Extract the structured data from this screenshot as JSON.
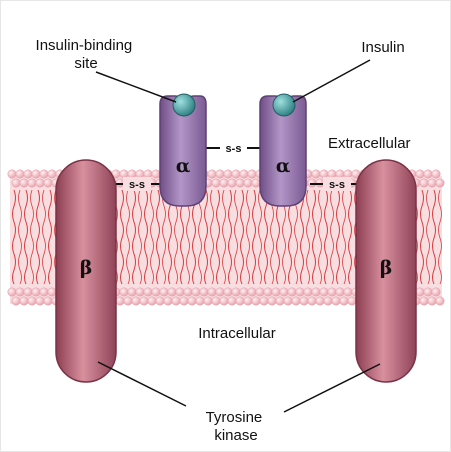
{
  "labels": {
    "insulin_binding_site": [
      "Insulin-binding",
      "site"
    ],
    "insulin": "Insulin",
    "extracellular": "Extracellular",
    "intracellular": "Intracellular",
    "tyrosine_kinase": [
      "Tyrosine",
      "kinase"
    ]
  },
  "subunits": {
    "alpha": "α",
    "beta": "β"
  },
  "disulfide": "s-s",
  "colors": {
    "alpha_subunit": "#8e6aa3",
    "beta_subunit": "#b05a6c",
    "insulin": "#3f9a9a",
    "membrane_head": "#f2b8bf",
    "membrane_tail": "#d83a3a"
  }
}
